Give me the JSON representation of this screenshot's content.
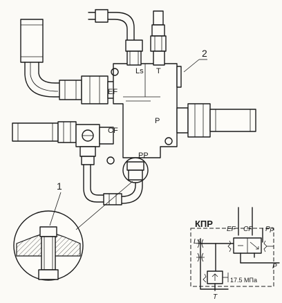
{
  "callouts": {
    "item_1": "1",
    "item_2": "2"
  },
  "port_labels": {
    "ls": "Ls",
    "t": "T",
    "ef": "EF",
    "cf": "CF",
    "p": "P",
    "pp": "PP"
  },
  "schematic": {
    "title": "КПР",
    "ef": "EF",
    "cf": "CF",
    "pp": "Pp",
    "ls": "Ls",
    "p": "P",
    "t": "T",
    "pressure": "17.5 МПа"
  },
  "colors": {
    "ink": "#1a1a1a",
    "paper": "#fbfaf6"
  }
}
